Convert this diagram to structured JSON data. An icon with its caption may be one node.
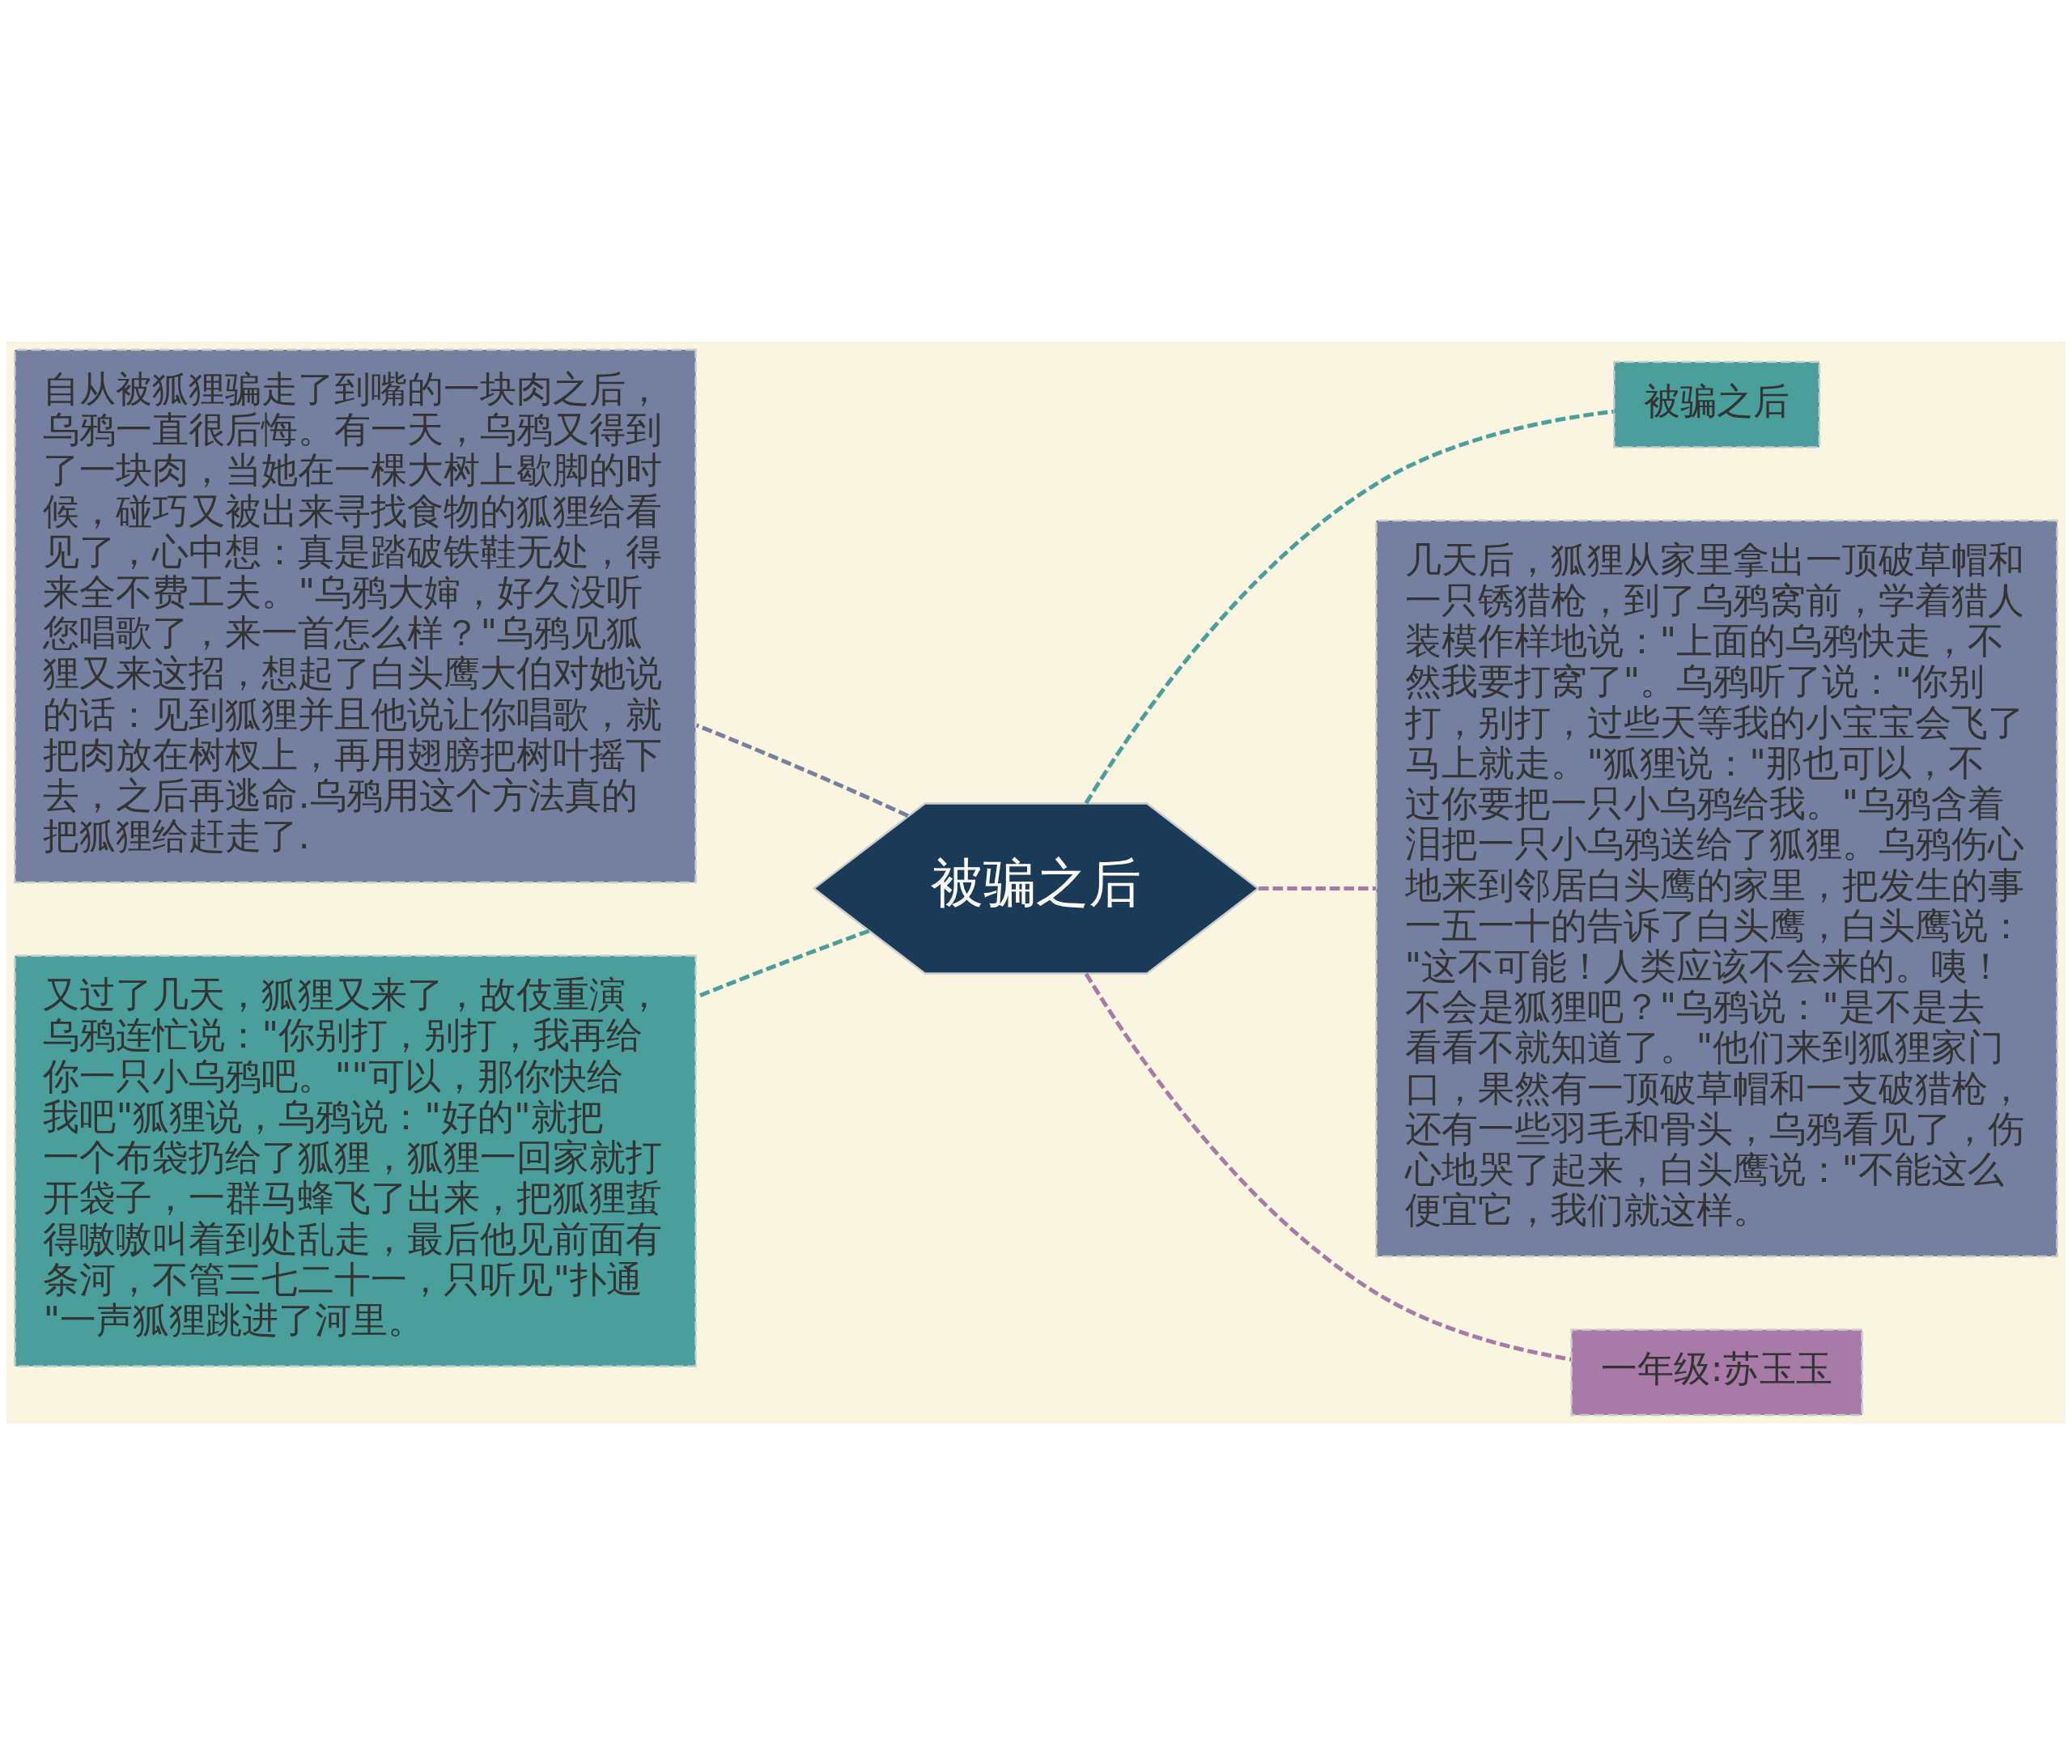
{
  "diagram": {
    "nodes": [
      {
        "text": [
          "被骗之后"
        ]
      },
      {
        "text": [
          "自从被狐狸骗走了到嘴的一块肉之后，乌鸦一直很后悔。有一天，乌鸦又得到了一块肉，当她在一棵大树上歇脚的时候，碰巧又被出来寻找食物的狐狸给看见了，心中想：真是踏破铁鞋无处，得来全不费工夫。\"乌鸦大婶，好久没听您唱歌了，来一首怎么样？\"乌鸦见狐狸又来这招，想起了白头鹰大伯对她说的话：见到狐狸并且他说让你唱歌，就把肉放在树杈上，再用翅膀把树叶摇下去，之后再逃命.乌鸦用这个方法真的把狐狸给赶走了."
        ]
      },
      {
        "text": [
          "又过了几天，狐狸又来了，故伎重演，乌鸦连忙说：\"你别打，别打，我再给你一只小乌鸦吧。\"\"可以，那你快给我吧\"狐狸说，乌鸦说：\"好的\"就把一个布袋扔给了狐狸，狐狸一回家就打开袋子，一群马蜂飞了出来，把狐狸蜇得嗷嗷叫着到处乱走，最后他见前面有条河，不管三七二十一，只听见\"扑通\"一声狐狸跳进了河里。"
        ]
      },
      {
        "text": [
          "被骗之后"
        ]
      },
      {
        "text": [
          "几天后，狐狸从家里拿出一顶破草帽和一只锈猎枪，到了乌鸦窝前，学着猎人装模作样地说：\"上面的乌鸦快走，不然我要打窝了\"。乌鸦听了说：\"你别打，别打，过些天等我的小宝宝会飞了马上就走。\"狐狸说：\"那也可以，不过你要把一只小乌鸦给我。\"乌鸦含着泪把一只小乌鸦送给了狐狸。乌鸦伤心地来到邻居白头鹰的家里，把发生的事一五一十的告诉了白头鹰，白头鹰说：\"这不可能！人类应该不会来的。咦！不会是狐狸吧？\"乌鸦说：\"是不是去看看不就知道了。\"他们来到狐狸家门口，果然有一顶破草帽和一支破猎枪，还有一些羽毛和骨头，乌鸦看见了，伤心地哭了起来，白头鹰说：\"不能这么便宜它，我们就这样。"
        ]
      },
      {
        "text": [
          "一年级:苏玉玉"
        ]
      }
    ],
    "edges": [
      {
        "from": 0,
        "to": 1,
        "arrow": "none",
        "style": "dashed",
        "color": "#7580a0"
      },
      {
        "from": 0,
        "to": 2,
        "arrow": "none",
        "style": "dashed",
        "color": "#4a9e9c"
      },
      {
        "from": 0,
        "to": 3,
        "arrow": "none",
        "style": "dashed",
        "color": "#4a9e9c"
      },
      {
        "from": 0,
        "to": 4,
        "arrow": "none",
        "style": "dashed",
        "color": "#a77aa8"
      },
      {
        "from": 0,
        "to": 5,
        "arrow": "none",
        "style": "dashed",
        "color": "#a77aa8"
      }
    ]
  }
}
